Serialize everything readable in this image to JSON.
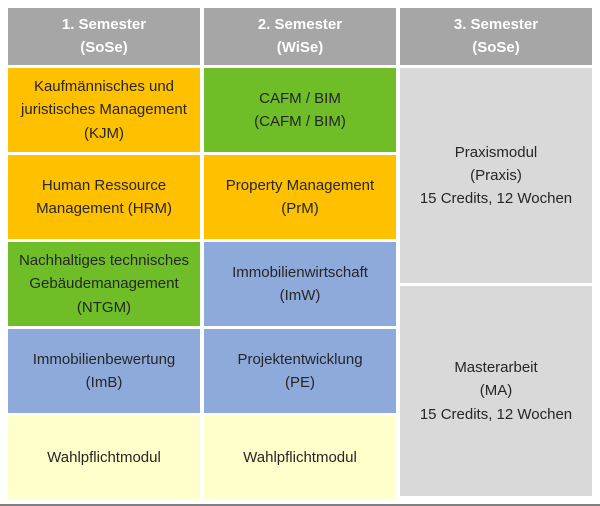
{
  "palette": {
    "header_gray": "#A6A6A6",
    "orange": "#FFC000",
    "green": "#6FBE27",
    "blue": "#8EAADB",
    "pale_yellow": "#FFFFCC",
    "light_gray": "#D9D9D9",
    "header_text": "#FFFFFF",
    "text_dark": "#262626",
    "bottom_rule": "#808080"
  },
  "columns": [
    {
      "header": "1. Semester\n(SoSe)",
      "cells": [
        {
          "text": "Kaufmännisches und\njuristisches Management\n(KJM)",
          "color": "orange"
        },
        {
          "text": "Human Ressource\nManagement (HRM)",
          "color": "orange"
        },
        {
          "text": "Nachhaltiges technisches\nGebäudemanagement\n(NTGM)",
          "color": "green"
        },
        {
          "text": "Immobilienbewertung\n(ImB)",
          "color": "blue"
        },
        {
          "text": "Wahlpflichtmodul",
          "color": "pale_yellow"
        }
      ]
    },
    {
      "header": "2. Semester\n(WiSe)",
      "cells": [
        {
          "text": "CAFM / BIM\n(CAFM / BIM)",
          "color": "green"
        },
        {
          "text": "Property Management\n(PrM)",
          "color": "orange"
        },
        {
          "text": "Immobilienwirtschaft\n(ImW)",
          "color": "blue"
        },
        {
          "text": "Projektentwicklung\n(PE)",
          "color": "blue"
        },
        {
          "text": "Wahlpflichtmodul",
          "color": "pale_yellow"
        }
      ]
    },
    {
      "header": "3. Semester\n(SoSe)",
      "cells": [
        {
          "text": "Praxismodul\n(Praxis)\n15 Credits, 12 Wochen",
          "color": "light_gray"
        },
        {
          "text": "Masterarbeit\n(MA)\n15 Credits, 12 Wochen",
          "color": "light_gray"
        }
      ]
    }
  ]
}
